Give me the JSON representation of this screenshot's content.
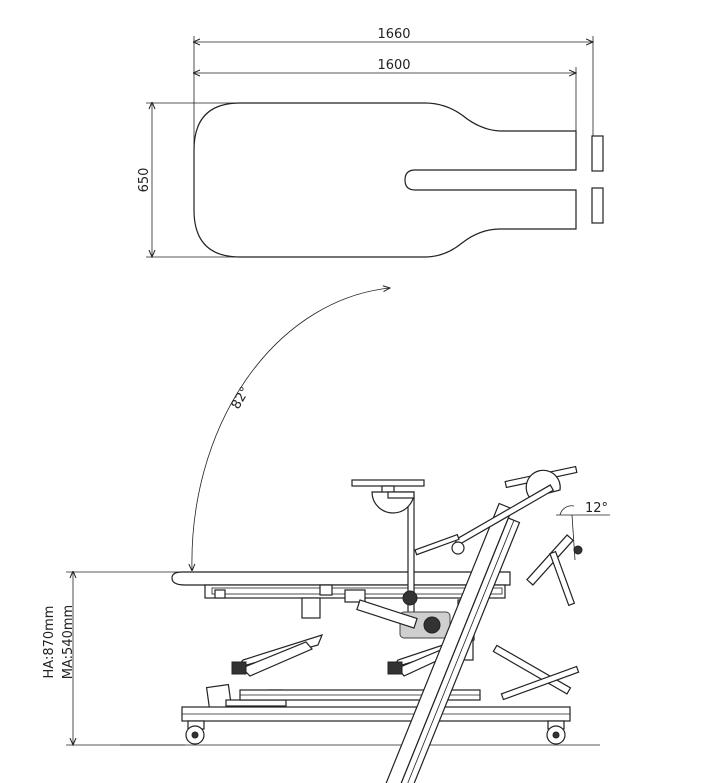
{
  "top_view": {
    "overall_length_label": "1660",
    "top_length_label": "1600",
    "width_label": "650"
  },
  "side_view": {
    "tilt_angle_label": "82°",
    "foot_angle_label": "12°",
    "max_height_label": "HA:870mm",
    "min_height_label": "MA:540mm"
  }
}
